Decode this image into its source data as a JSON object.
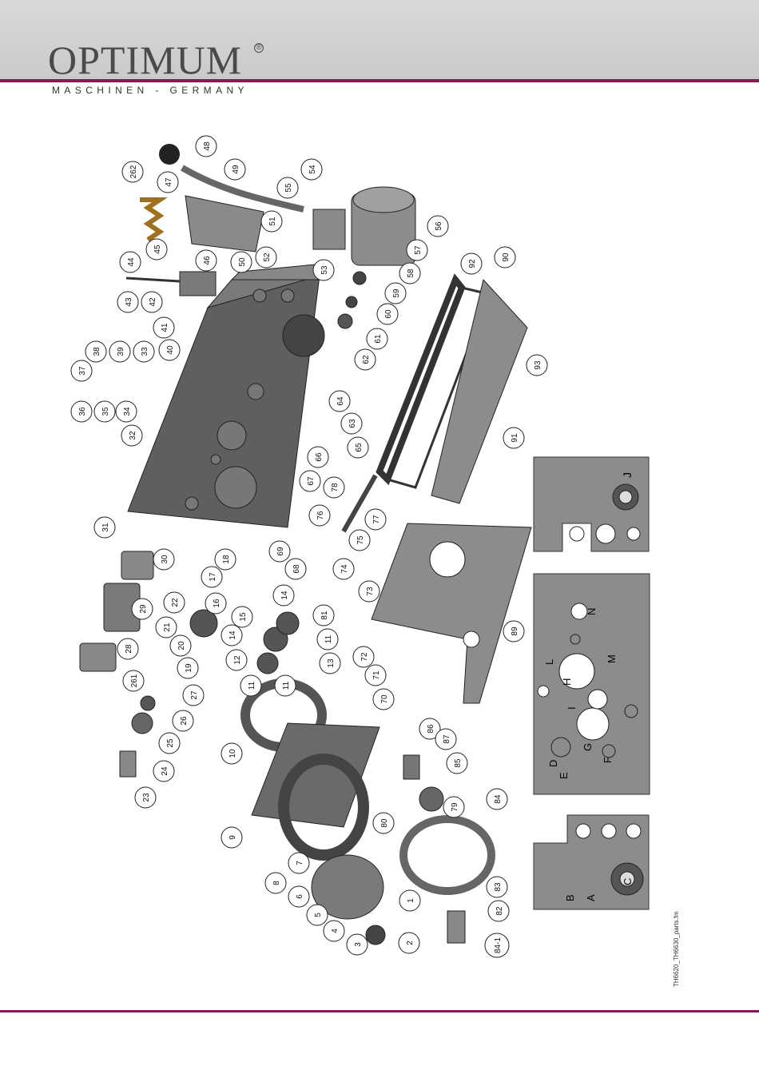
{
  "header": {
    "brand": "OPTIMUM",
    "registered_mark": "®",
    "tagline": "MASCHINEN - GERMANY"
  },
  "footer": {
    "filename": "TH6620_TH6630_parts.fm"
  },
  "diagram": {
    "part_numbers": [
      "48",
      "49",
      "262",
      "47",
      "54",
      "55",
      "56",
      "51",
      "45",
      "44",
      "46",
      "50",
      "52",
      "53",
      "57",
      "58",
      "59",
      "60",
      "92",
      "90",
      "43",
      "42",
      "41",
      "40",
      "61",
      "62",
      "38",
      "39",
      "33",
      "37",
      "36",
      "35",
      "34",
      "32",
      "93",
      "64",
      "63",
      "65",
      "66",
      "91",
      "67",
      "78",
      "77",
      "31",
      "76",
      "75",
      "30",
      "69",
      "68",
      "18",
      "17",
      "74",
      "16",
      "14",
      "73",
      "29",
      "22",
      "21",
      "81",
      "15",
      "14",
      "20",
      "11",
      "19",
      "28",
      "12",
      "13",
      "72",
      "89",
      "261",
      "27",
      "11",
      "11",
      "71",
      "70",
      "26",
      "10",
      "86",
      "87",
      "25",
      "85",
      "24",
      "9",
      "79",
      "80",
      "84",
      "23",
      "8",
      "7",
      "83",
      "6",
      "5",
      "1",
      "82",
      "4",
      "3",
      "2",
      "84-1"
    ],
    "panel_labels": {
      "top": [
        "J"
      ],
      "middle": [
        "N",
        "M",
        "L",
        "H",
        "I",
        "D",
        "G",
        "E",
        "F"
      ],
      "bottom": [
        "B",
        "A",
        "C"
      ]
    },
    "colors": {
      "accent": "#8a1a55",
      "part_fill": "#8c8c8c",
      "header_bg": "#d0d1d2"
    }
  }
}
